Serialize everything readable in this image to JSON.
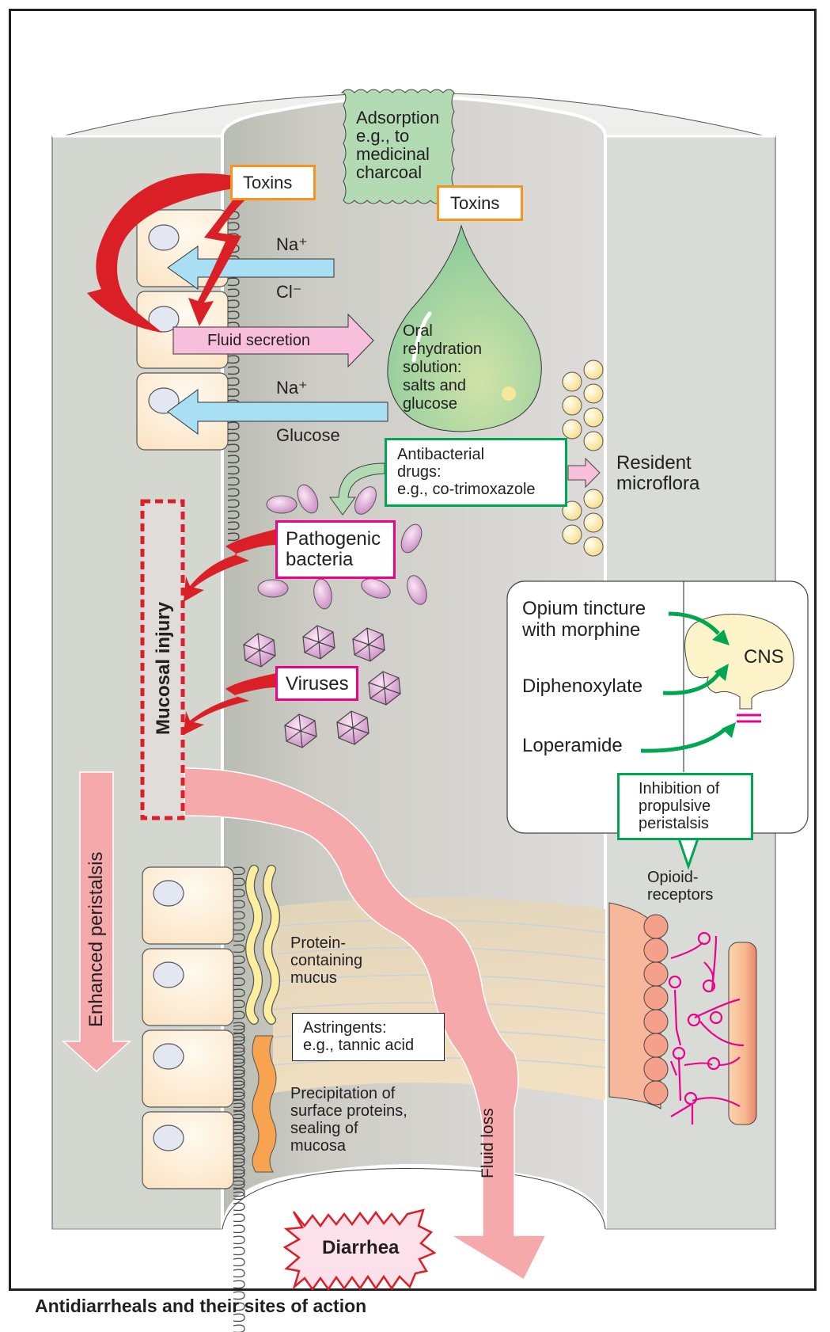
{
  "figure": {
    "caption": "Antidiarrheals and their sites of action"
  },
  "labels": {
    "adsorption": [
      "Adsorption",
      "e.g., to",
      "medicinal",
      "charcoal"
    ],
    "toxins_left": "Toxins",
    "toxins_right": "Toxins",
    "na_plus_top": "Na⁺",
    "cl_minus": "Cl⁻",
    "fluid_secretion": "Fluid secretion",
    "na_plus_bottom": "Na⁺",
    "glucose": "Glucose",
    "ors": [
      "Oral",
      "rehydration",
      "solution:",
      "salts and",
      "glucose"
    ],
    "antibacterial": [
      "Antibacterial",
      "drugs:",
      "e.g., co-trimoxazole"
    ],
    "resident_microflora": [
      "Resident",
      "microflora"
    ],
    "pathogenic_bacteria": [
      "Pathogenic",
      "bacteria"
    ],
    "viruses": "Viruses",
    "mucosal_injury": "Mucosal injury",
    "enhanced_peristalsis": "Enhanced peristalsis",
    "opium": [
      "Opium tincture",
      "with morphine"
    ],
    "diphenoxylate": "Diphenoxylate",
    "loperamide": "Loperamide",
    "cns": "CNS",
    "inhibition": [
      "Inhibition of",
      "propulsive",
      "peristalsis"
    ],
    "opioid_receptors": [
      "Opioid-",
      "receptors"
    ],
    "protein_mucus": [
      "Protein-",
      "containing",
      "mucus"
    ],
    "astringents": [
      "Astringents:",
      "e.g., tannic acid"
    ],
    "precipitation": [
      "Precipitation of",
      "surface proteins,",
      "sealing of",
      "mucosa"
    ],
    "fluid_loss": "Fluid loss",
    "diarrhea": "Diarrhea"
  },
  "colors": {
    "toxin_border": "#f7941d",
    "drug_border": "#00a651",
    "pathogen_border": "#ec008c",
    "damage_arrow": "#da1f26",
    "fluid_pink": "#f5a9ab",
    "ion_arrow_blue": "#a8dff5",
    "secretion_pink": "#f7bfdc"
  }
}
